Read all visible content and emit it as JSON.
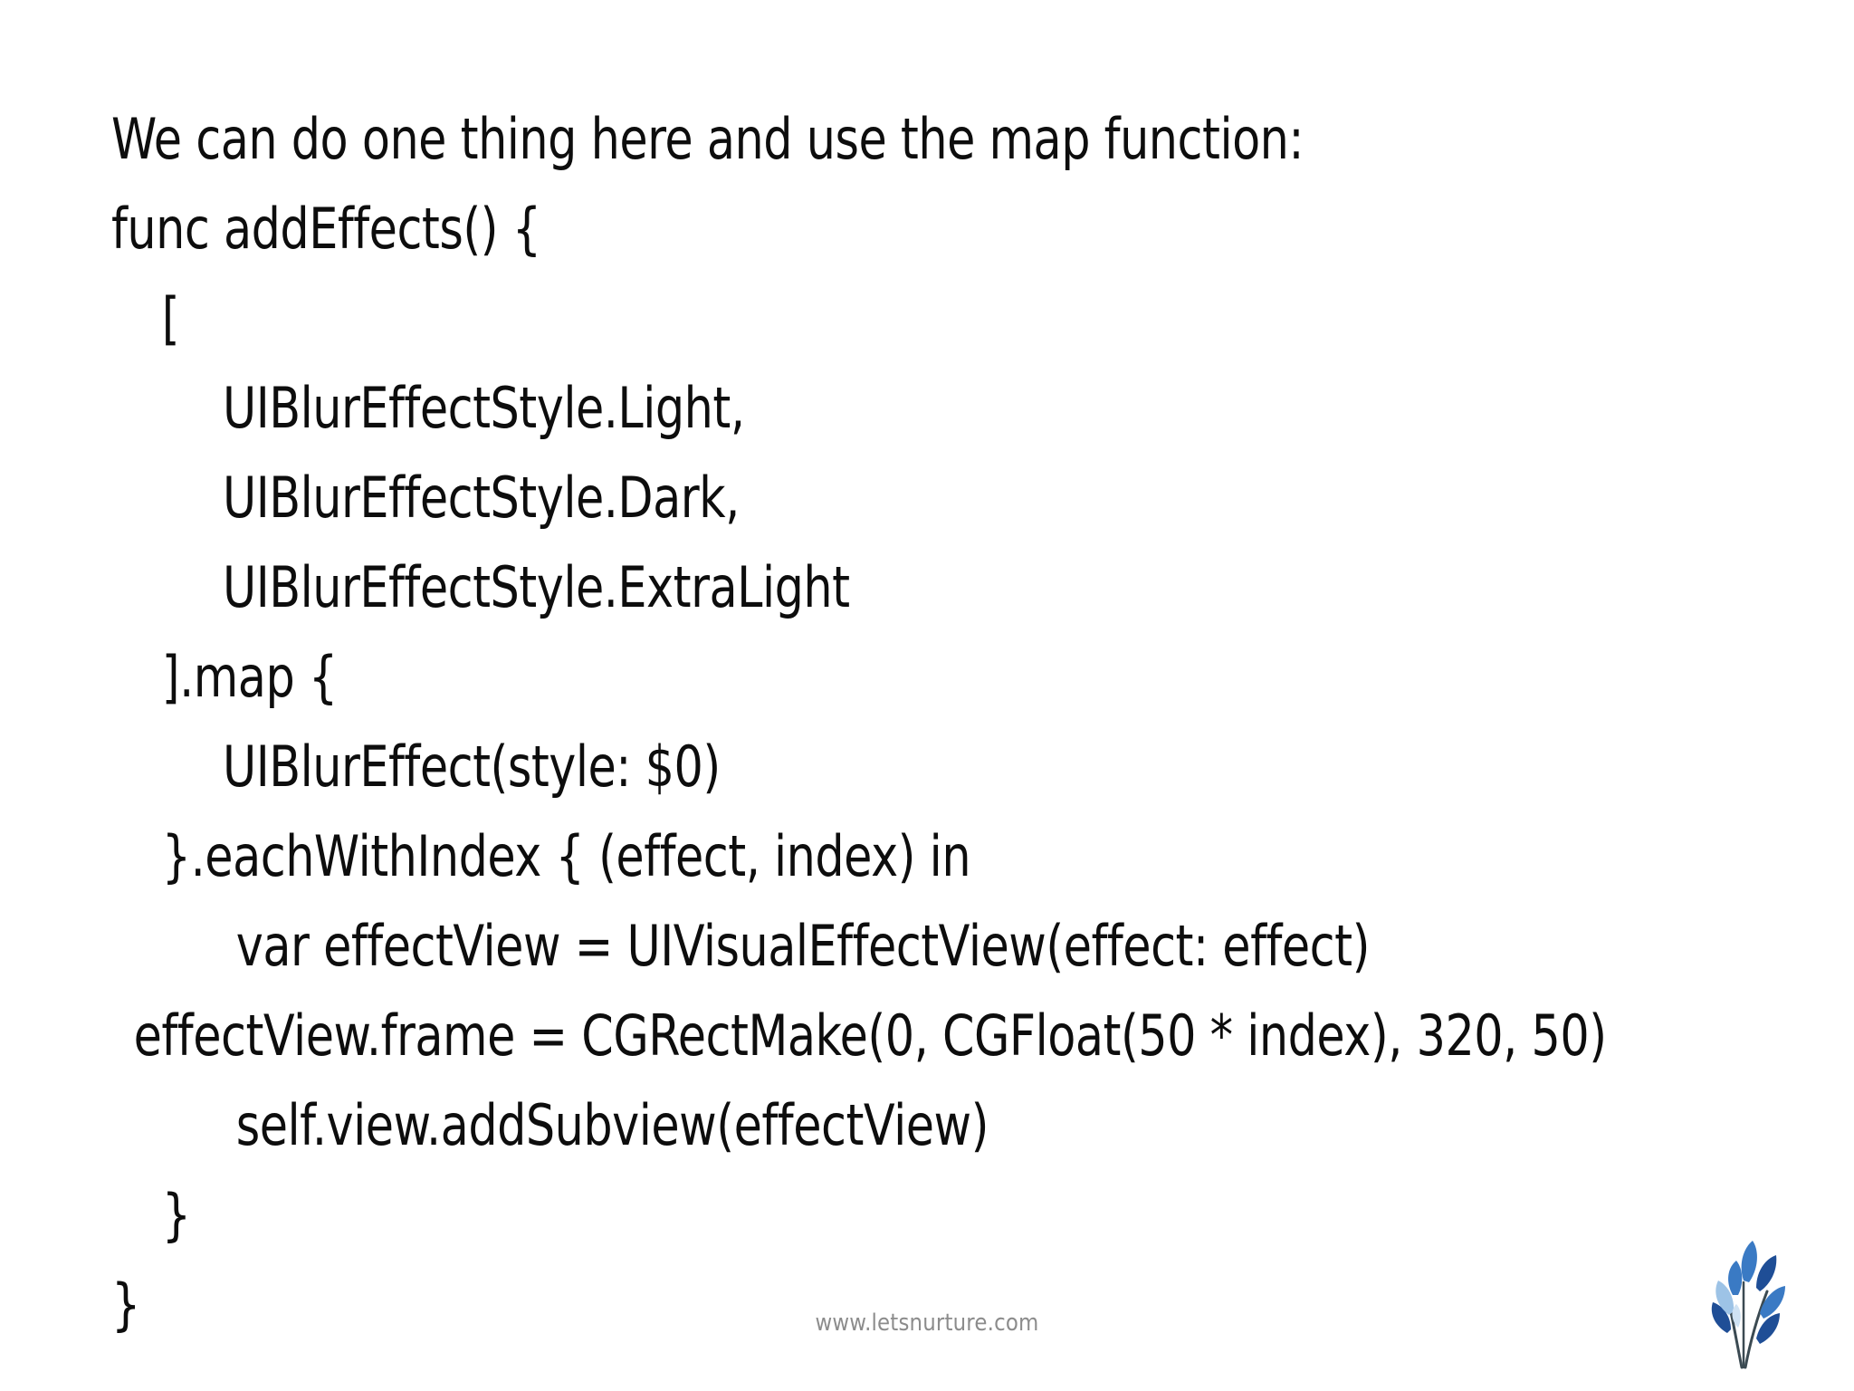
{
  "slide": {
    "background_color": "#ffffff",
    "text_color": "#0d0d0d",
    "intro": "We can do one thing here and use the map function:",
    "code_lines": [
      {
        "indent": 0,
        "text": "func addEffects() {"
      },
      {
        "indent": 1,
        "text": "["
      },
      {
        "indent": 2,
        "text": "UIBlurEffectStyle.Light,"
      },
      {
        "indent": 2,
        "text": "UIBlurEffectStyle.Dark,"
      },
      {
        "indent": 2,
        "text": "UIBlurEffectStyle.ExtraLight"
      },
      {
        "indent": 1,
        "text": "].map {"
      },
      {
        "indent": 2,
        "text": "UIBlurEffect(style: $0)"
      },
      {
        "indent": 1,
        "text": "}.eachWithIndex { (effect, index) in"
      },
      {
        "indent": 3,
        "text": "var effectView = UIVisualEffectView(effect: effect)"
      },
      {
        "indent": -1,
        "text": "effectView.frame = CGRectMake(0, CGFloat(50 * index), 320, 50)"
      },
      {
        "indent": 3,
        "text": "self.view.addSubview(effectView)"
      },
      {
        "indent": 1,
        "text": "}"
      },
      {
        "indent": 0,
        "text": "}"
      }
    ]
  },
  "footer": {
    "watermark": "www.letsnurture.com",
    "watermark_color": "#8c8c8c",
    "logo_name": "letsnurture-leaf-logo",
    "logo_colors": {
      "leaf_dark": "#1f4e96",
      "leaf_mid": "#3a7ac4",
      "leaf_light": "#9dc3e6",
      "stem": "#3b4a52"
    }
  }
}
